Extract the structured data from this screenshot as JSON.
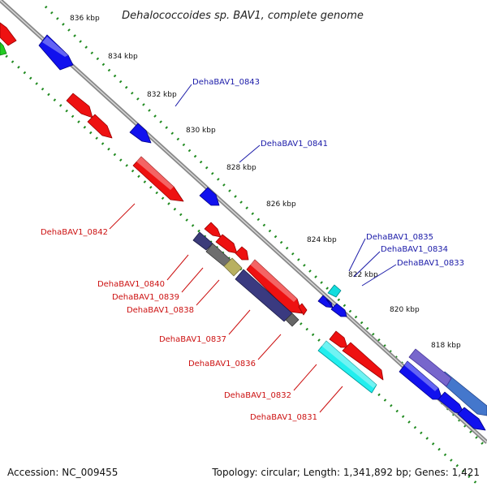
{
  "title": "Dehalococcoides sp. BAV1, complete genome",
  "accession": "Accession: NC_009455",
  "summary": "Topology: circular; Length: 1,341,892 bp; Genes: 1,421",
  "ticks": [
    "836 kbp",
    "834 kbp",
    "832 kbp",
    "830 kbp",
    "828 kbp",
    "826 kbp",
    "824 kbp",
    "822 kbp",
    "820 kbp",
    "818 kbp"
  ],
  "labels": {
    "forward": [
      "DehaBAV1_0843",
      "DehaBAV1_0841",
      "DehaBAV1_0835",
      "DehaBAV1_0834",
      "DehaBAV1_0833"
    ],
    "reverse": [
      "DehaBAV1_0842",
      "DehaBAV1_0840",
      "DehaBAV1_0839",
      "DehaBAV1_0838",
      "DehaBAV1_0837",
      "DehaBAV1_0836",
      "DehaBAV1_0832",
      "DehaBAV1_0831"
    ]
  },
  "colors": {
    "forward_label": "#1a1aa8",
    "reverse_label": "#cc1111",
    "backbone": "#777777",
    "tick_dots": "#1f8a1f"
  }
}
